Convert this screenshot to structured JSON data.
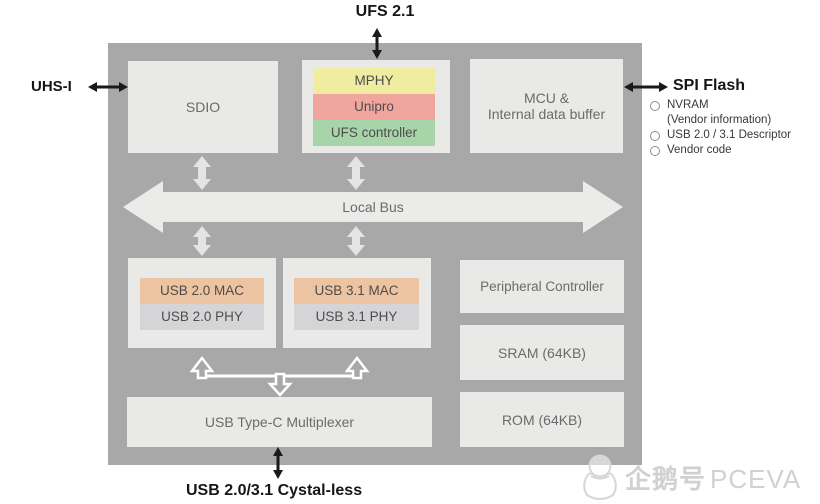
{
  "title_labels": {
    "top": "UFS 2.1",
    "left": "UHS-I",
    "right": "SPI Flash",
    "bottom": "USB 2.0/3.1 Cystal-less"
  },
  "blocks": {
    "sdio": "SDIO",
    "mphy": "MPHY",
    "unipro": "Unipro",
    "ufs_controller": "UFS controller",
    "mcu_line1": "MCU &",
    "mcu_line2": "Internal data buffer",
    "local_bus": "Local Bus",
    "usb2_mac": "USB 2.0 MAC",
    "usb2_phy": "USB 2.0 PHY",
    "usb31_mac": "USB 3.1 MAC",
    "usb31_phy": "USB 3.1 PHY",
    "peripheral_controller": "Peripheral Controller",
    "sram": "SRAM (64KB)",
    "rom": "ROM (64KB)",
    "usb_typec_mux": "USB Type-C Multiplexer"
  },
  "spi_flash_list": {
    "item1": "NVRAM",
    "item1_note": "(Vendor information)",
    "item2": "USB 2.0 / 3.1 Descriptor",
    "item3": "Vendor code"
  },
  "watermark": {
    "cn": "企鹅号",
    "en": "PCEVA",
    "icon": "penguin-icon"
  },
  "colors": {
    "container_bg": "#a8a8a8",
    "block_bg": "#e9e9e7",
    "mphy": "#f0eda0",
    "unipro": "#f0a69e",
    "ufs_controller": "#a7d4a9",
    "usb_mac": "#edc4a2",
    "usb_phy": "#d5d5d7",
    "bus_fill": "#ebebe9",
    "small_arrow": "#e4e4e4",
    "black_arrow": "#1a1a1a",
    "watermark": "#c9c9c9"
  }
}
